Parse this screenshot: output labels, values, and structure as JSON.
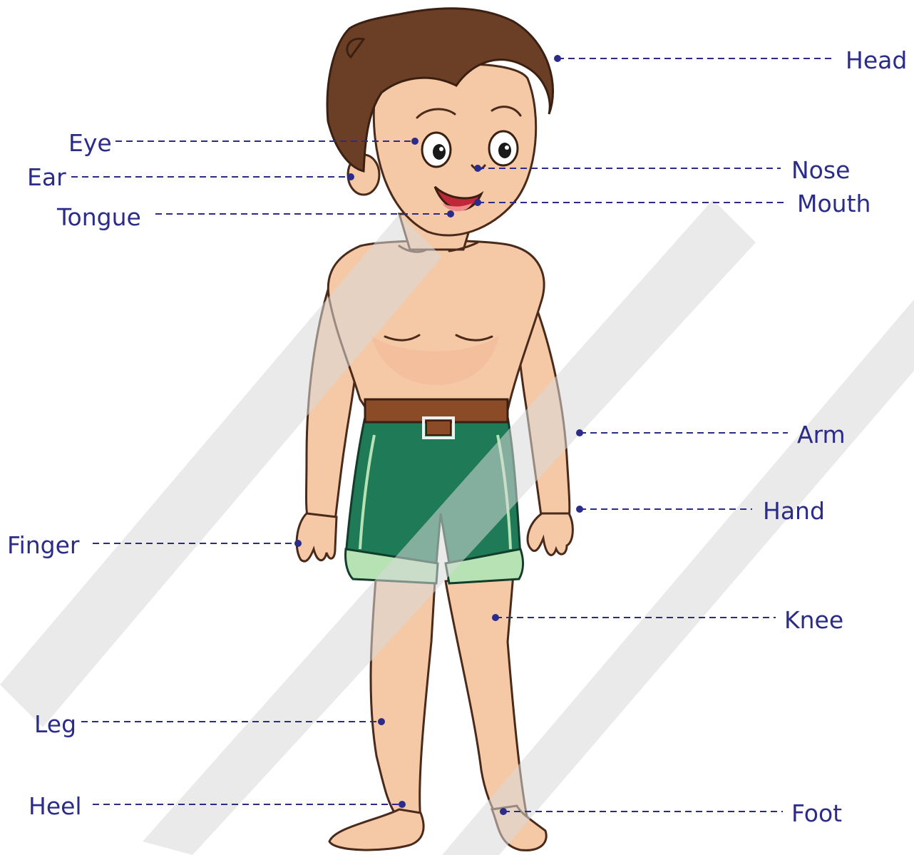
{
  "diagram": {
    "labels": {
      "head": "Head",
      "eye": "Eye",
      "ear": "Ear",
      "nose": "Nose",
      "mouth": "Mouth",
      "tongue": "Tongue",
      "arm": "Arm",
      "hand": "Hand",
      "finger": "Finger",
      "knee": "Knee",
      "leg": "Leg",
      "heel": "Heel",
      "foot": "Foot"
    },
    "colors": {
      "label": "#2b2b8a",
      "skin": "#f6c9a6",
      "hair": "#6b3f26",
      "shorts": "#1e7a57",
      "shorts_cuff": "#b7e3b4",
      "belt": "#8a4b26"
    }
  }
}
